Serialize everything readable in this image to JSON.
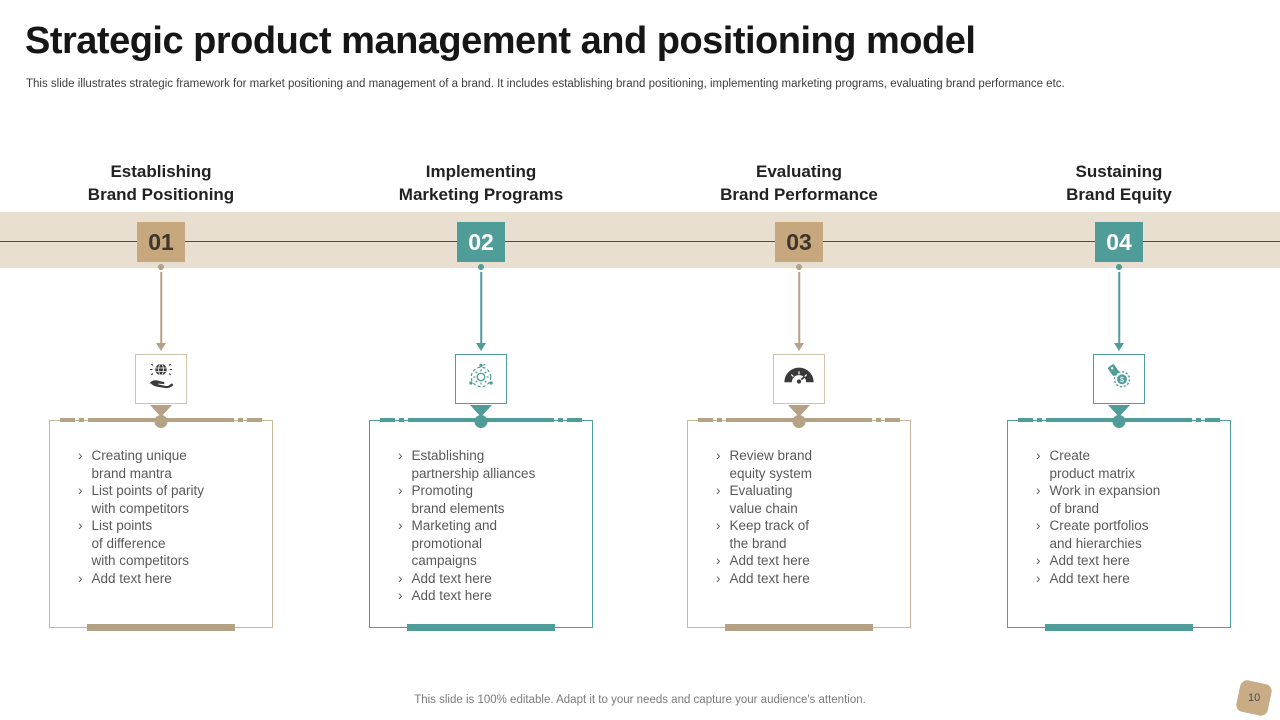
{
  "slide": {
    "title": "Strategic product management and positioning model",
    "subtitle": "This slide illustrates strategic framework for market positioning and management of a brand. It includes establishing brand positioning, implementing marketing programs, evaluating brand performance etc.",
    "footer": "This slide is 100% editable. Adapt it to your needs and capture your audience's attention.",
    "page_number": "10"
  },
  "ui": {
    "bullet_marker": "›"
  },
  "colors": {
    "tan_accent": "#c7a77e",
    "tan_bar": "#b5a184",
    "teal_accent": "#4f9c98",
    "band_background": "#e8dfd1",
    "band_line": "#4d4d4d",
    "bullet_text": "#595959"
  },
  "columns": [
    {
      "number": "01",
      "title": "Establishing\nBrand Positioning",
      "theme": "tan",
      "icon": "hand-holding-globe-icon",
      "bullets": [
        "Creating unique\nbrand mantra",
        "List points of parity\nwith competitors",
        "List points\nof difference\nwith competitors",
        "Add text here"
      ]
    },
    {
      "number": "02",
      "title": "Implementing\nMarketing Programs",
      "theme": "teal",
      "icon": "process-gear-cycle-icon",
      "bullets": [
        "Establishing\npartnership alliances",
        "Promoting\nbrand elements",
        "Marketing  and\npromotional\ncampaigns",
        "Add text here",
        "Add text here"
      ]
    },
    {
      "number": "03",
      "title": "Evaluating\nBrand Performance",
      "theme": "tan",
      "icon": "performance-gauge-icon",
      "bullets": [
        "Review brand\nequity system",
        "Evaluating\nvalue chain",
        "Keep track of\nthe brand",
        "Add text here",
        "Add text here"
      ]
    },
    {
      "number": "04",
      "title": "Sustaining\nBrand Equity",
      "theme": "teal",
      "icon": "coin-price-tag-icon",
      "bullets": [
        "Create\nproduct matrix",
        "Work in expansion\nof brand",
        "Create portfolios\nand hierarchies",
        "Add text here",
        "Add text here"
      ]
    }
  ]
}
